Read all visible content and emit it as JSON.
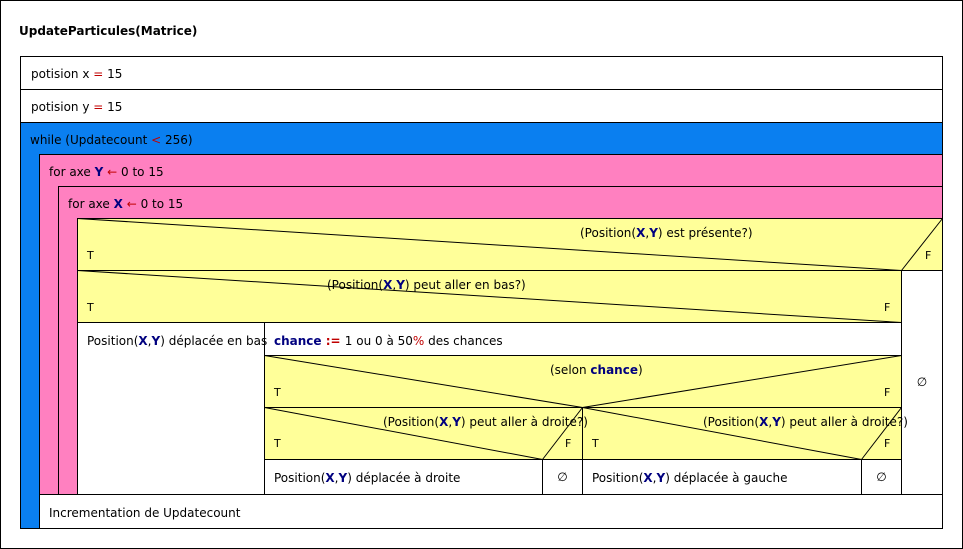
{
  "title": "UpdateParticules(Matrice)",
  "steps": {
    "s1": {
      "label": "potision x ",
      "op": "=",
      "value": " 15"
    },
    "s2": {
      "label": "potision y ",
      "op": "=",
      "value": " 15"
    }
  },
  "while": {
    "prefix": "while (Updatecount ",
    "op": "<",
    "value": " 256)"
  },
  "for_y": {
    "prefix": "for axe ",
    "var": "Y",
    "arrow": "←",
    "range": " 0 to 15"
  },
  "for_x": {
    "prefix": "for axe ",
    "var": "X",
    "arrow": "←",
    "range": " 0 to 15"
  },
  "cond1": {
    "pre": "(Position(",
    "x": "X",
    "comma": ",",
    "y": "Y",
    "post": ") est présente?)",
    "t": "T",
    "f": "F",
    "else": "∅"
  },
  "cond2": {
    "pre": "(Position(",
    "x": "X",
    "comma": ",",
    "y": "Y",
    "post": ") peut aller en bas?)",
    "t": "T",
    "f": "F"
  },
  "down_action": {
    "pre": "Position(",
    "x": "X",
    "comma": ",",
    "y": "Y",
    "post": ") déplacée en bas"
  },
  "chance_assign": {
    "var": "chance",
    "op": " := ",
    "pre": "1 ou 0 à 50",
    "pct": "%",
    "post": " des chances"
  },
  "selon": {
    "pre": "(selon ",
    "var": "chance",
    "post": ")",
    "t": "T",
    "f": "F"
  },
  "cond_right_a": {
    "pre": "(Position(",
    "x": "X",
    "comma": ",",
    "y": "Y",
    "post": ") peut aller à droite?)",
    "t": "T",
    "f": "F"
  },
  "cond_right_b": {
    "pre": "(Position(",
    "x": "X",
    "comma": ",",
    "y": "Y",
    "post": ") peut aller à droite?)",
    "t": "T",
    "f": "F"
  },
  "right_action": {
    "pre": "Position(",
    "x": "X",
    "comma": ",",
    "y": "Y",
    "post": ") déplacée à droite",
    "empty": "∅"
  },
  "left_action": {
    "pre": "Position(",
    "x": "X",
    "comma": ",",
    "y": "Y",
    "post": ") déplacée à gauche",
    "empty": "∅"
  },
  "increment": "Incrementation de Updatecount"
}
